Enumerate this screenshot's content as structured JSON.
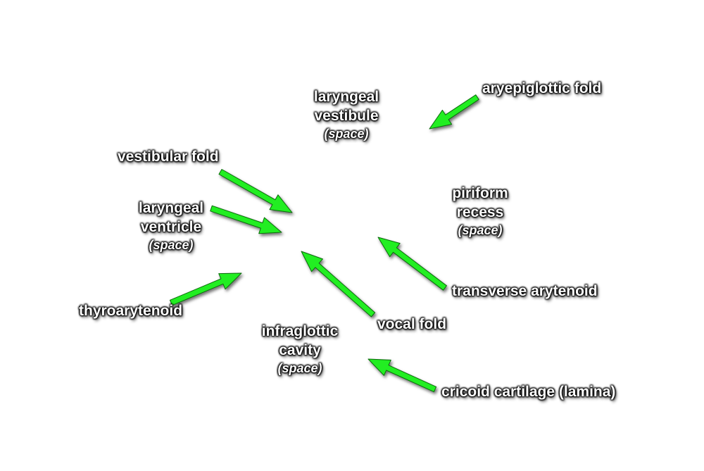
{
  "labels": {
    "aryepiglottic_fold": "aryepiglottic fold",
    "laryngeal_vestibule": {
      "line1": "laryngeal",
      "line2": "vestibule",
      "sub": "(space)"
    },
    "vestibular_fold": "vestibular fold",
    "piriform_recess": {
      "line1": "piriform",
      "line2": "recess",
      "sub": "(space)"
    },
    "laryngeal_ventricle": {
      "line1": "laryngeal",
      "line2": "ventricle",
      "sub": "(space)"
    },
    "transverse_arytenoid": "transverse arytenoid",
    "thyroarytenoid": "thyroarytenoid",
    "vocal_fold": "vocal fold",
    "infraglottic_cavity": {
      "line1": "infraglottic",
      "line2": "cavity",
      "sub": "(space)"
    },
    "cricoid_cartilage": "cricoid cartilage (lamina)"
  },
  "colors": {
    "arrow_fill": "#22ee22",
    "arrow_outline": "#0a6a0a",
    "label_text": "#ffffff",
    "background": "#ffffff"
  }
}
